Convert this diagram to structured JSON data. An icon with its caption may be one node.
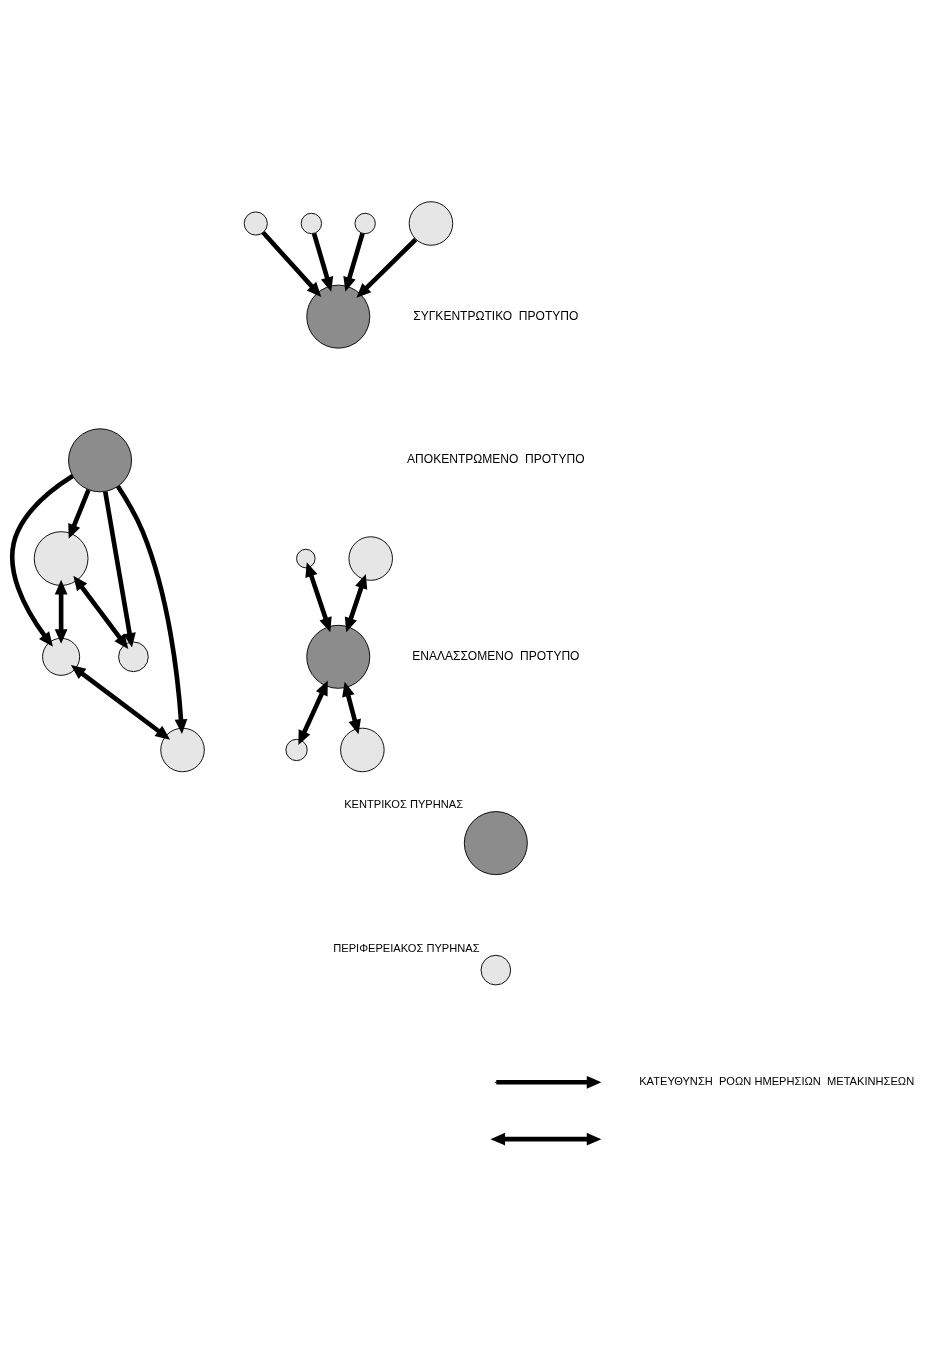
{
  "diagram": {
    "nodes": [
      {
        "text": [],
        "shape": "circle"
      },
      {
        "text": [],
        "shape": "circle"
      },
      {
        "text": [],
        "shape": "circle"
      },
      {
        "text": [],
        "shape": "circle"
      },
      {
        "text": [],
        "shape": "circle"
      },
      {
        "text": [],
        "shape": "circle"
      },
      {
        "text": [],
        "shape": "circle"
      },
      {
        "text": [],
        "shape": "circle"
      },
      {
        "text": [],
        "shape": "circle"
      },
      {
        "text": [],
        "shape": "circle"
      },
      {
        "text": [],
        "shape": "circle"
      },
      {
        "text": [],
        "shape": "circle"
      },
      {
        "text": [],
        "shape": "circle"
      },
      {
        "text": [],
        "shape": "circle"
      },
      {
        "text": [],
        "shape": "circle"
      },
      {
        "text": [],
        "shape": "circle",
        "beside": [
          "ΚΕΝΤΡΙΚΟΣ ΠΥΡΗΝΑΣ"
        ]
      },
      {
        "text": [],
        "shape": "circle",
        "beside": [
          "ΠΕΡΙΦΕΡΕΙΑΚΟΣ ΠΥΡΗΝΑΣ"
        ]
      }
    ],
    "edges": [
      {
        "from": 0,
        "to": 3,
        "arrow": "to"
      },
      {
        "from": 1,
        "to": 3,
        "arrow": "to"
      },
      {
        "from": 2,
        "to": 3,
        "arrow": "to"
      },
      {
        "from": 4,
        "to": 3,
        "arrow": "to"
      },
      {
        "from": 6,
        "to": 5,
        "arrow": "both"
      },
      {
        "from": 6,
        "to": 8,
        "arrow": "both"
      },
      {
        "from": 7,
        "to": 6,
        "arrow": "to"
      },
      {
        "from": 7,
        "to": 5,
        "arrow": "to"
      },
      {
        "from": 5,
        "to": 9,
        "arrow": "both"
      },
      {
        "from": 7,
        "to": 8,
        "arrow": "to"
      },
      {
        "from": 7,
        "to": 9,
        "arrow": "to"
      },
      {
        "from": 12,
        "to": 10,
        "arrow": "both"
      },
      {
        "from": 11,
        "to": 12,
        "arrow": "both"
      },
      {
        "from": 12,
        "to": 13,
        "arrow": "both"
      },
      {
        "from": 14,
        "to": 12,
        "arrow": "both"
      }
    ],
    "labels": [
      "ΣΥΓΚΕΝΤΡΩΤΙΚΟ  ΠΡΟΤΥΠΟ",
      "ΑΠΟΚΕΝΤΡΩΜΕΝΟ  ΠΡΟΤΥΠΟ",
      "ΕΝΑΛΑΣΣΟΜΕΝΟ  ΠΡΟΤΥΠΟ"
    ],
    "legend": [
      {
        "text": "ΚΑΤΕΥΘΥΝΣΗ  ΡΟΩΝ ΗΜΕΡΗΣΙΩΝ  ΜΕΤΑΚΙΝΗΣΕΩΝ"
      }
    ]
  }
}
